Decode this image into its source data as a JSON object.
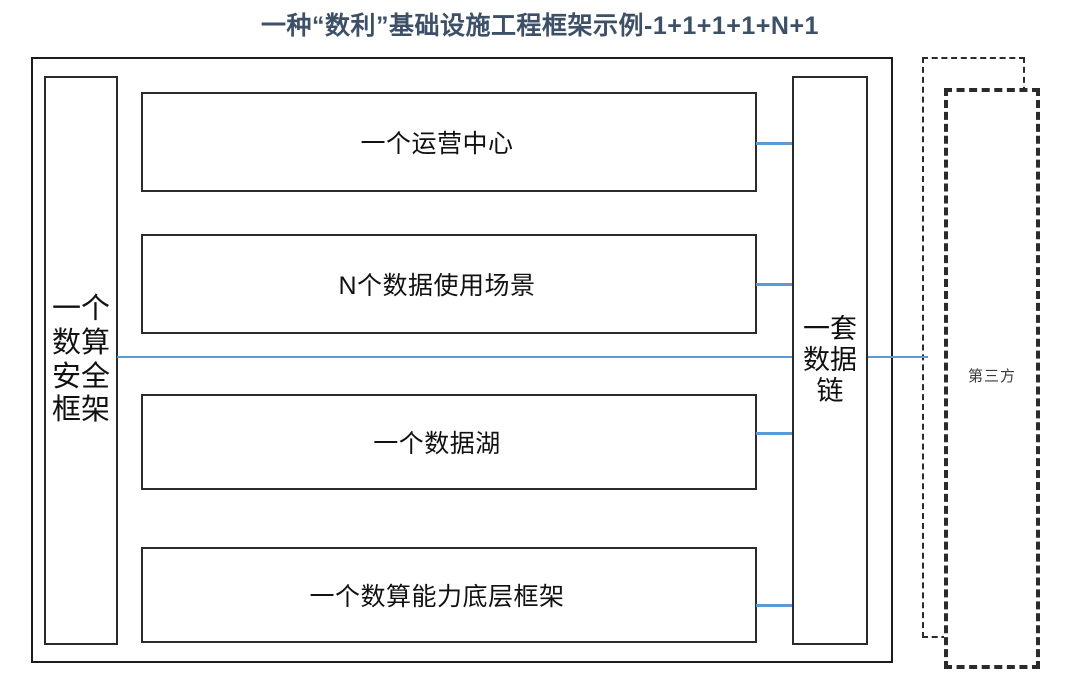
{
  "title": "一种“数利”基础设施工程框架示例-1+1+1+1+N+1",
  "colors": {
    "title": "#3d5068",
    "connector": "#5b9bd5",
    "border": "#2b2b2b"
  },
  "left_pillar": {
    "label": "一个数算安全框架"
  },
  "right_pillar": {
    "label": "一套数据链"
  },
  "stack": [
    {
      "label": "一个运营中心"
    },
    {
      "label": "N个数据使用场景"
    },
    {
      "label": "一个数据湖"
    },
    {
      "label": "一个数算能力底层框架"
    }
  ],
  "third_party": {
    "label": "第三方"
  }
}
